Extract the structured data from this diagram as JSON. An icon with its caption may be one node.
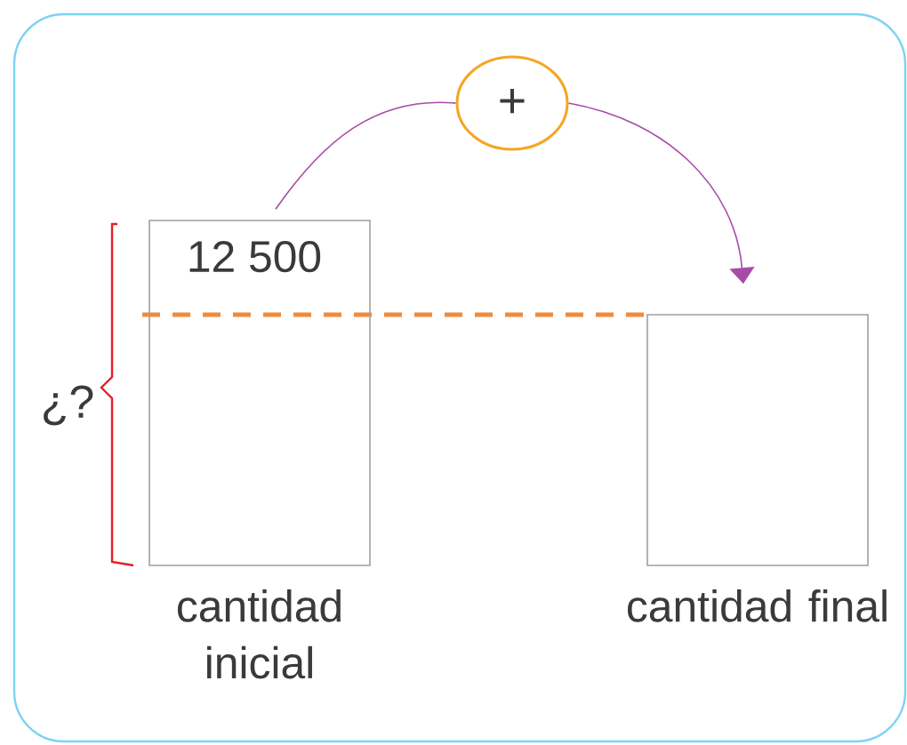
{
  "diagram": {
    "nodes": [
      {
        "text": [
          "12 500"
        ],
        "beside": [
          "cantidad inicial"
        ]
      },
      {
        "text": [],
        "shape": "box",
        "beside": [
          "cantidad final"
        ]
      },
      {
        "text": [
          "+"
        ]
      }
    ],
    "edges": [
      {
        "from": 0,
        "to": 2,
        "arrow": "none",
        "color": "#a64ca6"
      },
      {
        "from": 2,
        "to": 1,
        "arrow": "to",
        "color": "#a64ca6"
      }
    ],
    "labels": [
      "¿?"
    ]
  }
}
